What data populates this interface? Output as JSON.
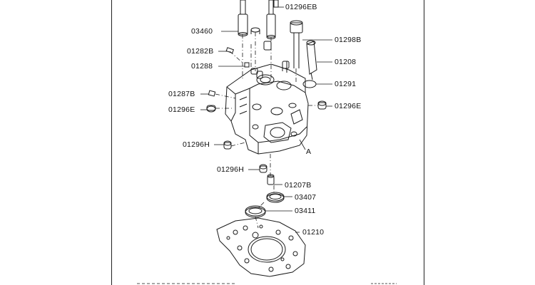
{
  "diagram": {
    "part_labels": {
      "p01296EB": "01296EB",
      "p03460": "03460",
      "p01298B": "01298B",
      "p01282B": "01282B",
      "p01288": "01288",
      "p01208": "01208",
      "p01291": "01291",
      "p01287B": "01287B",
      "p01296E_left": "01296E",
      "p01296E_right": "01296E",
      "p01296H_upper": "01296H",
      "p01296H_lower": "01296H",
      "p01207B": "01207B",
      "p03407": "03407",
      "p03411": "03411",
      "p01210": "01210",
      "callout_a": "A"
    },
    "colors": {
      "ink": "#1a1a1a",
      "paper": "#ffffff"
    }
  }
}
